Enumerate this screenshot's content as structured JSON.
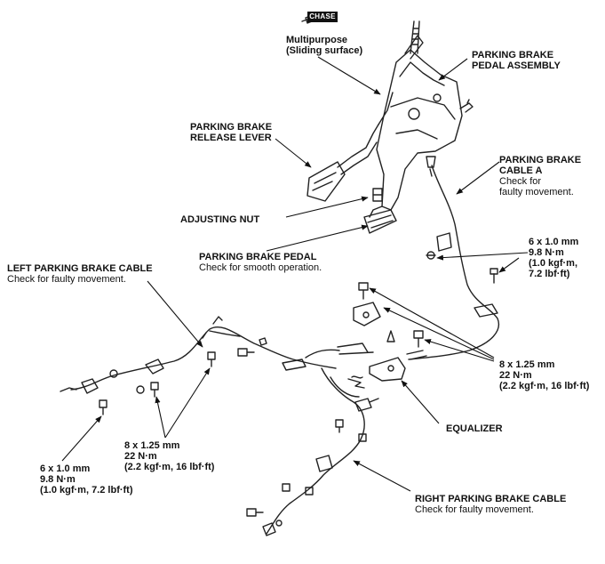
{
  "labels": {
    "chase_badge": "CHASE",
    "multipurpose": [
      "Multipurpose",
      "(Sliding surface)"
    ],
    "pedal_assembly": [
      "PARKING BRAKE",
      "PEDAL ASSEMBLY"
    ],
    "release_lever": [
      "PARKING BRAKE",
      "RELEASE LEVER"
    ],
    "cable_a": [
      "PARKING BRAKE",
      "CABLE A"
    ],
    "cable_a_note": [
      "Check for",
      "faulty movement."
    ],
    "adjusting_nut": "ADJUSTING NUT",
    "brake_pedal": "PARKING BRAKE PEDAL",
    "brake_pedal_note": "Check for smooth operation.",
    "left_cable": "LEFT PARKING BRAKE CABLE",
    "left_cable_note": "Check for faulty movement.",
    "right_cable": "RIGHT PARKING BRAKE CABLE",
    "right_cable_note": "Check for faulty movement.",
    "equalizer": "EQUALIZER"
  },
  "torques": {
    "upper_right_6": [
      "6 x 1.0 mm",
      "9.8 N·m",
      "(1.0 kgf·m,",
      "7.2 lbf·ft)"
    ],
    "right_8": [
      "8 x 1.25 mm",
      "22 N·m",
      "(2.2 kgf·m, 16 lbf·ft)"
    ],
    "left_8": [
      "8 x 1.25 mm",
      "22 N·m",
      "(2.2 kgf·m, 16 lbf·ft)"
    ],
    "lower_left_6": [
      "6 x 1.0 mm",
      "9.8 N·m",
      "(1.0 kgf·m, 7.2 lbf·ft)"
    ]
  }
}
